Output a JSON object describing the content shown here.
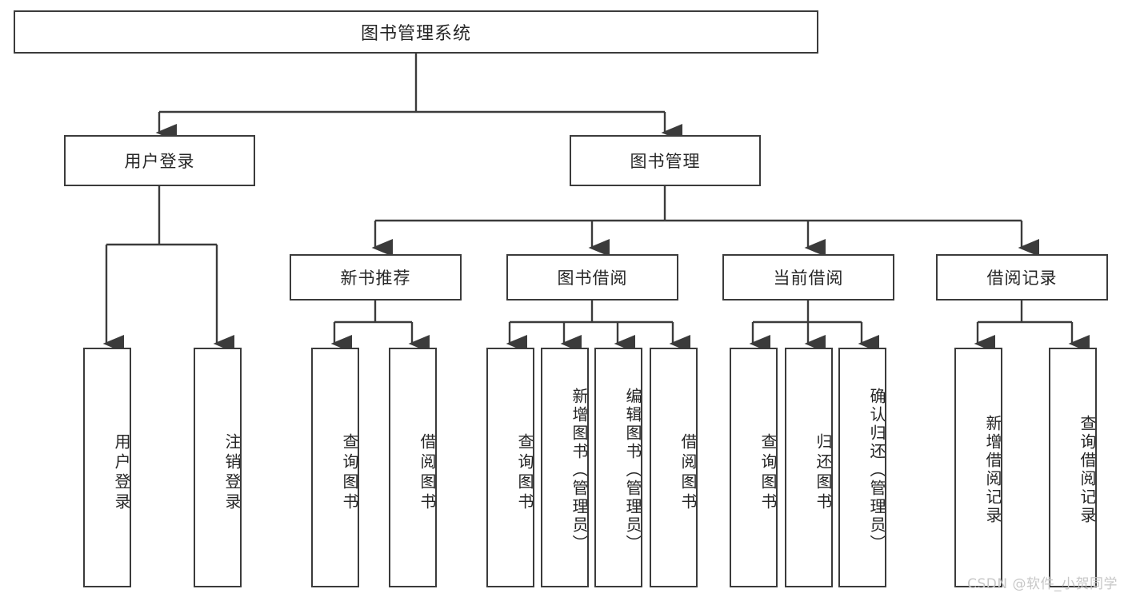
{
  "diagram": {
    "title": "图书管理系统",
    "type": "tree",
    "colors": {
      "stroke": "#3b3b3b",
      "fill": "#ffffff",
      "text": "#262626",
      "watermark": "#c7c7c7"
    },
    "root": {
      "label": "图书管理系统"
    },
    "level2": [
      {
        "label": "用户登录"
      },
      {
        "label": "图书管理"
      }
    ],
    "level3": [
      {
        "label": "新书推荐"
      },
      {
        "label": "图书借阅"
      },
      {
        "label": "当前借阅"
      },
      {
        "label": "借阅记录"
      }
    ],
    "leaves": [
      {
        "label": "用户登录",
        "parent": "用户登录"
      },
      {
        "label": "注销登录",
        "parent": "用户登录"
      },
      {
        "label": "查询图书",
        "parent": "新书推荐"
      },
      {
        "label": "借阅图书",
        "parent": "新书推荐"
      },
      {
        "label": "查询图书",
        "parent": "图书借阅"
      },
      {
        "label": "新增图书（管理员）",
        "parent": "图书借阅"
      },
      {
        "label": "编辑图书（管理员）",
        "parent": "图书借阅"
      },
      {
        "label": "借阅图书",
        "parent": "图书借阅"
      },
      {
        "label": "查询图书",
        "parent": "当前借阅"
      },
      {
        "label": "归还图书",
        "parent": "当前借阅"
      },
      {
        "label": "确认归还（管理员）",
        "parent": "当前借阅"
      },
      {
        "label": "新增借阅记录",
        "parent": "借阅记录"
      },
      {
        "label": "查询借阅记录",
        "parent": "借阅记录"
      }
    ]
  },
  "watermark": {
    "text": "CSDN @软件_小贺同学"
  }
}
